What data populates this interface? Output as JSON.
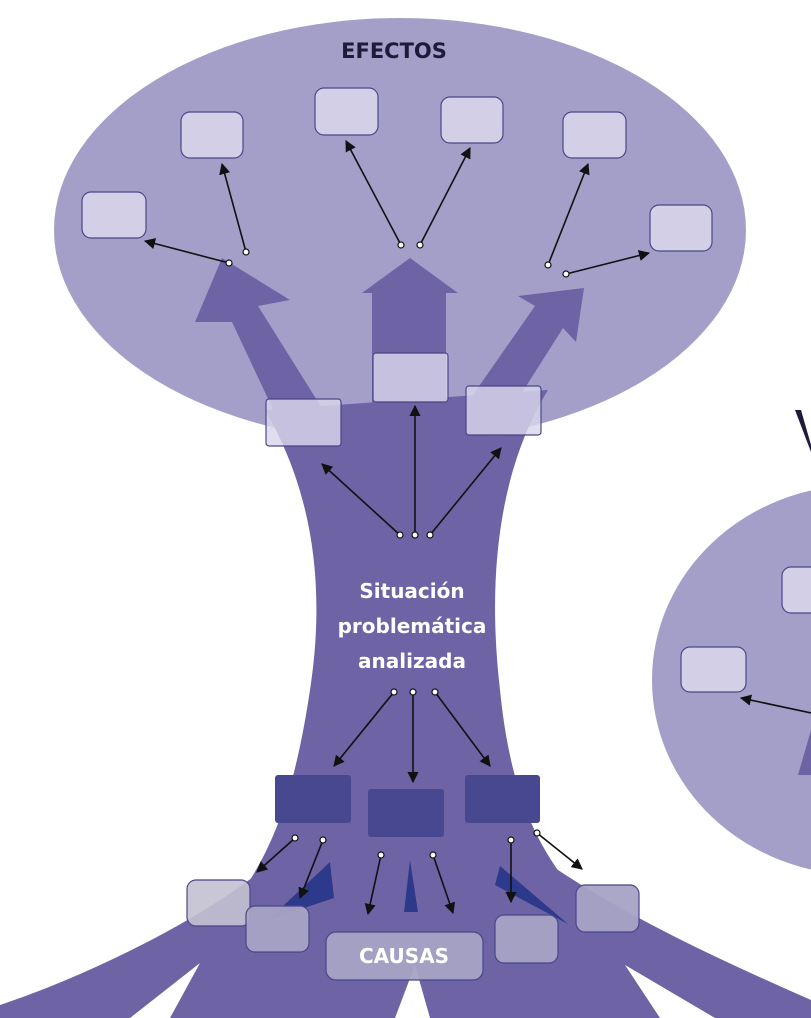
{
  "labels": {
    "effects": "EFECTOS",
    "situation_line1": "Situación",
    "situation_line2": "problemática",
    "situation_line3": "analizada",
    "causes": "CAUSAS"
  },
  "colors": {
    "ellipse": "#a39fc9",
    "trunk": "#6d63a5",
    "box_light": "#d2cfe6",
    "box_dark": "#484890",
    "arrow_dark": "#2d3a8c"
  }
}
